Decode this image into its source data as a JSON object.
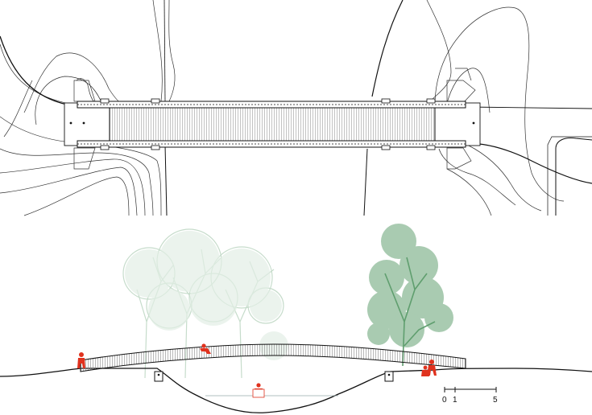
{
  "drawing": {
    "scale_bar": {
      "labels": [
        "0",
        "1",
        "5"
      ]
    },
    "colors": {
      "line": "#111111",
      "contour": "#333333",
      "deck_hatch": "#9a9a9a",
      "tree": "#5f9e6e",
      "tree_faded": "#c6dccb",
      "figure": "#e0321e"
    },
    "icons": [
      "person-figure-icon",
      "tree-icon"
    ]
  }
}
